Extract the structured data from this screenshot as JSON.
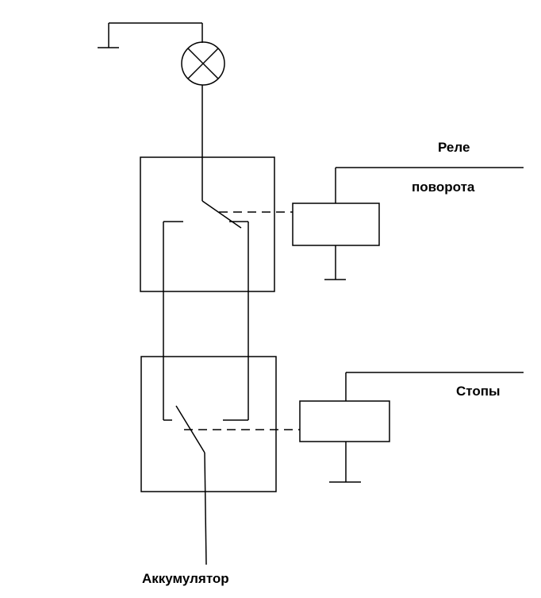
{
  "labels": {
    "turn_relay_line1": "Реле",
    "turn_relay_line2": "поворота",
    "stop_relay": "Стопы",
    "battery": "Аккумулятор"
  },
  "colors": {
    "stroke": "#000000",
    "background": "#ffffff"
  }
}
